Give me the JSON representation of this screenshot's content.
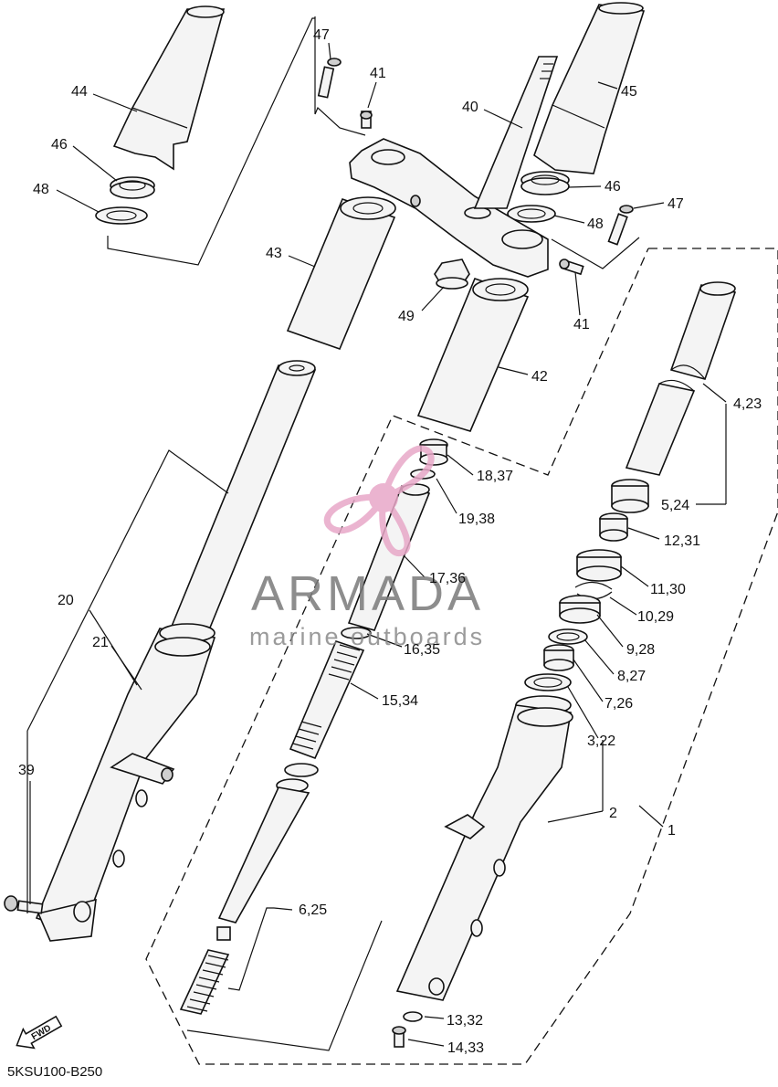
{
  "diagram": {
    "code": "5KSU100-B250",
    "fwd_label": "FWD",
    "watermark": {
      "brand": "ARMADA",
      "tagline": "marine outboards"
    },
    "callouts": {
      "c44": "44",
      "c45": "45",
      "c46a": "46",
      "c46b": "46",
      "c47a": "47",
      "c47b": "47",
      "c48a": "48",
      "c48b": "48",
      "c41a": "41",
      "c41b": "41",
      "c40": "40",
      "c43": "43",
      "c49": "49",
      "c42": "42",
      "c4_23": "4,23",
      "c18_37": "18,37",
      "c19_38": "19,38",
      "c5_24": "5,24",
      "c12_31": "12,31",
      "c17_36": "17,36",
      "c11_30": "11,30",
      "c10_29": "10,29",
      "c20": "20",
      "c21": "21",
      "c16_35": "16,35",
      "c9_28": "9,28",
      "c8_27": "8,27",
      "c15_34": "15,34",
      "c7_26": "7,26",
      "c3_22": "3,22",
      "c39": "39",
      "c2": "2",
      "c1": "1",
      "c6_25": "6,25",
      "c13_32": "13,32",
      "c14_33": "14,33"
    }
  }
}
